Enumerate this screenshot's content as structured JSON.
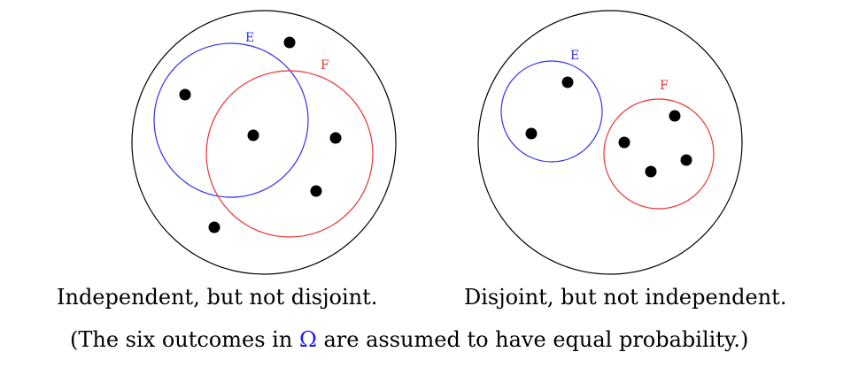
{
  "diagrams": [
    {
      "caption": "Independent, but not disjoint.",
      "set_e": {
        "label": "E",
        "color": "#3333ee"
      },
      "set_f": {
        "label": "F",
        "color": "#ee3333"
      }
    },
    {
      "caption": "Disjoint, but not independent.",
      "set_e": {
        "label": "E",
        "color": "#3333ee"
      },
      "set_f": {
        "label": "F",
        "color": "#ee3333"
      }
    }
  ],
  "footnote": {
    "before": "(The six outcomes in ",
    "omega": "Ω",
    "after": " are assumed to have equal probability.)",
    "omega_color": "#1a1aff"
  },
  "outcome_count": 6
}
